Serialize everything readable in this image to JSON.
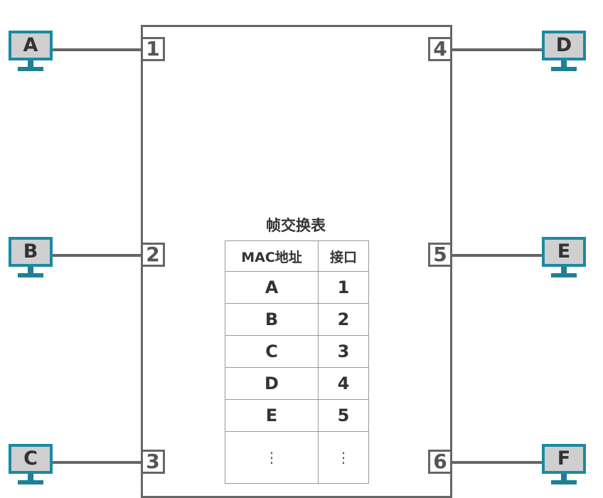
{
  "hosts": [
    {
      "label": "A"
    },
    {
      "label": "B"
    },
    {
      "label": "C"
    },
    {
      "label": "D"
    },
    {
      "label": "E"
    },
    {
      "label": "F"
    }
  ],
  "ports": [
    "1",
    "2",
    "3",
    "4",
    "5",
    "6"
  ],
  "table": {
    "title": "帧交换表",
    "headers": [
      "MAC地址",
      "接口"
    ],
    "rows": [
      [
        "A",
        "1"
      ],
      [
        "B",
        "2"
      ],
      [
        "C",
        "3"
      ],
      [
        "D",
        "4"
      ],
      [
        "E",
        "5"
      ],
      [
        "⋮",
        "⋮"
      ]
    ]
  },
  "colors": {
    "monitor": "#1a8aa2",
    "screen": "#cfcfcf",
    "line": "#666666"
  }
}
